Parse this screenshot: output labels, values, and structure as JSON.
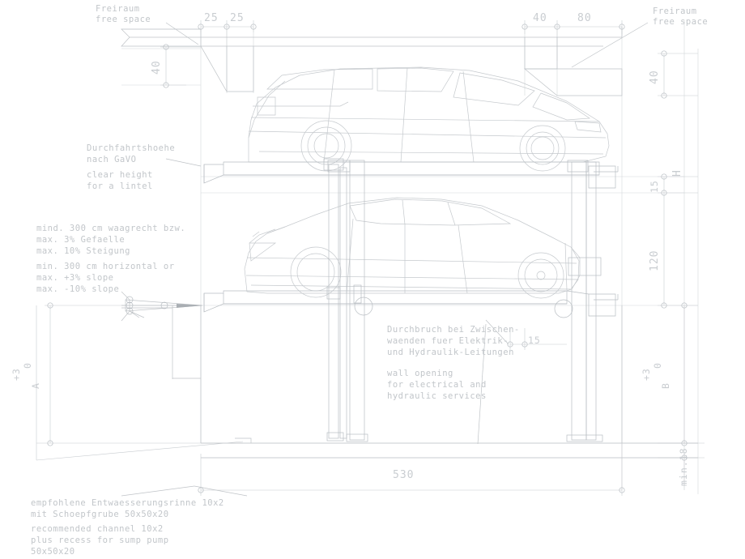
{
  "drawing": {
    "type": "parking-lift-section-drawing",
    "units": "cm",
    "line_color": "#c2c6ca",
    "background": "#ffffff"
  },
  "annotations": {
    "top_left_free_space": {
      "de": "Freiraum",
      "en": "free space"
    },
    "top_right_free_space": {
      "de": "Freiraum",
      "en": "free space"
    },
    "clear_height": {
      "de_line1": "Durchfahrtshoehe",
      "de_line2": "nach GaVO",
      "en_line1": "clear height",
      "en_line2": "for a lintel"
    },
    "slope": {
      "de_line1": "mind. 300 cm waagrecht bzw.",
      "de_line2": "max. 3% Gefaelle",
      "de_line3": "max. 10% Steigung",
      "en_line1": "min. 300 cm horizontal or",
      "en_line2": "max. +3% slope",
      "en_line3": "max. -10% slope"
    },
    "wall_opening": {
      "de_line1": "Durchbruch bei Zwischen-",
      "de_line2": "waenden fuer Elektrik-",
      "de_line3": "und Hydraulik-Leitungen",
      "en_line1": "wall opening",
      "en_line2": "for electrical and",
      "en_line3": "hydraulic services"
    },
    "drainage": {
      "de_line1": "empfohlene Entwaesserungsrinne 10x2",
      "de_line2": "mit Schoepfgrube 50x50x20",
      "en_line1": "recommended channel 10x2",
      "en_line2": "plus recess for sump pump",
      "en_line3": "50x50x20"
    }
  },
  "dimensions": {
    "top_left_a": "25",
    "top_left_b": "25",
    "top_right_a": "40",
    "top_right_b": "80",
    "left_vertical_40": "40",
    "right_vertical_40": "40",
    "right_15": "15",
    "right_120": "120",
    "right_H": "H",
    "mid_15": "15",
    "bottom_total": "530",
    "bottom_right_min": "min.18",
    "left_pit_top": "+3",
    "left_pit_label": "A",
    "left_pit_zero": "0",
    "right_pit_top": "+3",
    "right_pit_label": "B",
    "right_pit_zero": "0"
  }
}
